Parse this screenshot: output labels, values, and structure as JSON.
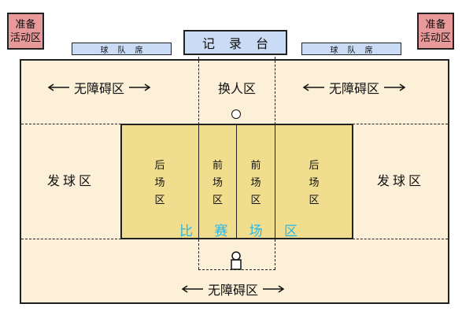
{
  "warmup_left": {
    "line1": "准备",
    "line2": "活动区"
  },
  "warmup_right": {
    "line1": "准备",
    "line2": "活动区"
  },
  "bench_left": "球队席",
  "bench_right": "球队席",
  "scorer_table": "记录台",
  "free_zone_top_left": "无障碍区",
  "free_zone_top_right": "无障碍区",
  "free_zone_bottom": "无障碍区",
  "substitution_zone": "换人区",
  "serve_zone_left": "发球区",
  "serve_zone_right": "发球区",
  "back_court_left": {
    "c1": "后",
    "c2": "场",
    "c3": "区"
  },
  "front_court_left": {
    "c1": "前",
    "c2": "场",
    "c3": "区"
  },
  "front_court_right": {
    "c1": "前",
    "c2": "场",
    "c3": "区"
  },
  "back_court_right": {
    "c1": "后",
    "c2": "场",
    "c3": "区"
  },
  "playing_area": [
    "比",
    "赛",
    "场",
    "区"
  ],
  "colors": {
    "outer_zone": "#fdf0d8",
    "court": "#f1dd8e",
    "warmup": "#e89a9a",
    "bench": "#c9dbf5",
    "playing_area_text": "#23b8ec"
  }
}
